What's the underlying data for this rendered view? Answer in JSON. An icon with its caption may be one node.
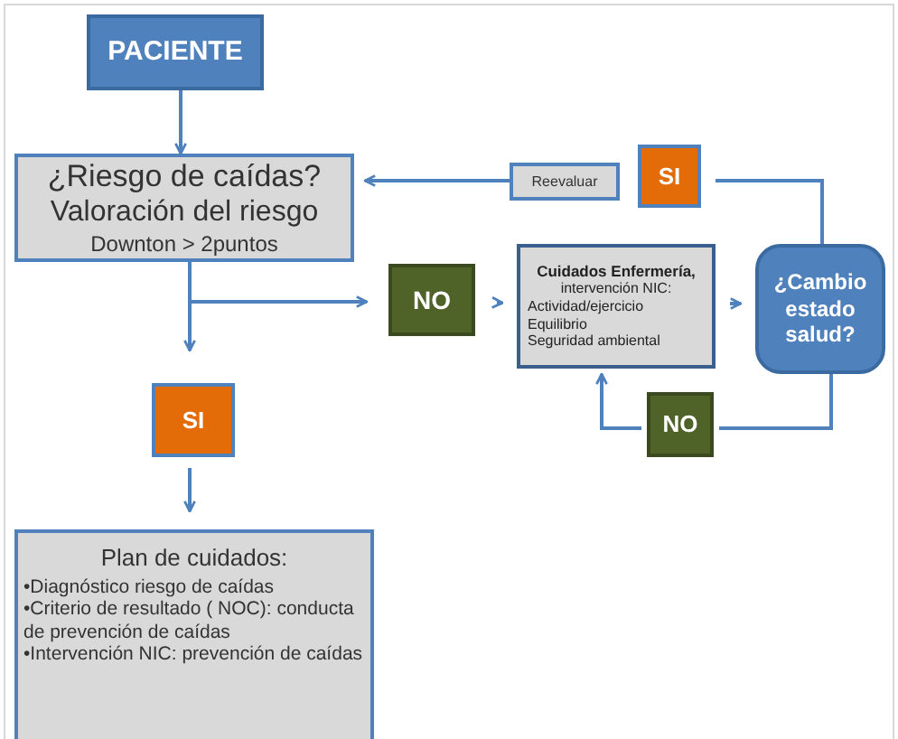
{
  "diagram": {
    "nodes": [
      {
        "text": [
          "PACIENTE"
        ]
      },
      {
        "text": [
          "¿Riesgo de caídas?",
          "Valoración del riesgo",
          "Downton > 2puntos"
        ]
      },
      {
        "text": [
          "NO"
        ]
      },
      {
        "text": [
          "Cuidados Enfermería,",
          "intervención NIC:",
          "Actividad/ejercicio",
          "Equilibrio",
          "Seguridad ambiental"
        ]
      },
      {
        "text": [
          "¿Cambio estado salud?"
        ]
      },
      {
        "text": [
          "SI"
        ]
      },
      {
        "text": [
          "Reevaluar"
        ]
      },
      {
        "text": [
          "NO"
        ]
      },
      {
        "text": [
          "SI"
        ]
      },
      {
        "text": [
          "Plan de cuidados:",
          "•Diagnóstico riesgo de caídas",
          "•Criterio de resultado ( NOC): conducta de prevención de caídas",
          "•Intervención NIC: prevención de caídas"
        ]
      }
    ],
    "edges": [
      {
        "from": 0,
        "to": 1,
        "arrow": "to"
      },
      {
        "from": 1,
        "to": 2,
        "arrow": "to"
      },
      {
        "from": 1,
        "to": 8,
        "arrow": "to"
      },
      {
        "from": 2,
        "to": 3,
        "arrow": "to"
      },
      {
        "from": 3,
        "to": 4,
        "arrow": "to"
      },
      {
        "from": 4,
        "to": 5,
        "arrow": "none"
      },
      {
        "from": 6,
        "to": 1,
        "arrow": "to"
      },
      {
        "from": 4,
        "to": 7,
        "arrow": "none"
      },
      {
        "from": 7,
        "to": 3,
        "arrow": "to"
      },
      {
        "from": 8,
        "to": 9,
        "arrow": "to"
      }
    ]
  }
}
